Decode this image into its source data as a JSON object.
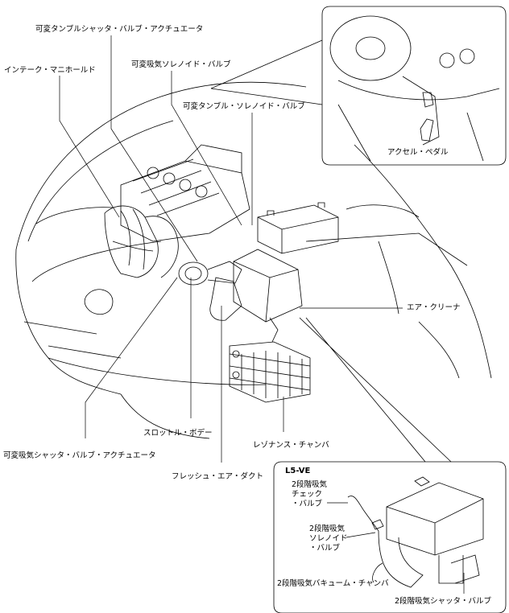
{
  "labels": {
    "variable_tumble_shutter_valve_actuator": "可変タンブルシャッタ・バルブ・アクチュエータ",
    "intake_manifold": "インテーク・マニホールド",
    "variable_intake_solenoid_valve": "可変吸気ソレノイド・バルブ",
    "variable_tumble_solenoid_valve": "可変タンブル・ソレノイド・バルブ",
    "accelerator_pedal": "アクセル・ペダル",
    "air_cleaner": "エア・クリーナ",
    "throttle_body": "スロットル・ボデー",
    "resonance_chamber": "レゾナンス・チャンバ",
    "variable_intake_shutter_valve_actuator": "可変吸気シャッタ・バルブ・アクチュエータ",
    "fresh_air_duct": "フレッシュ・エア・ダクト"
  },
  "inset": {
    "title": "L5-VE",
    "two_stage_check_valve": "2段階吸気\nチェック\n・バルブ",
    "two_stage_solenoid_valve": "2段階吸気\nソレノイド\n・バルブ",
    "two_stage_vacuum_chamber": "2段階吸気バキューム・チャンバ",
    "two_stage_shutter_valve": "2段階吸気シャッタ・バルブ"
  },
  "colors": {
    "line": "#000000",
    "background": "#ffffff"
  }
}
